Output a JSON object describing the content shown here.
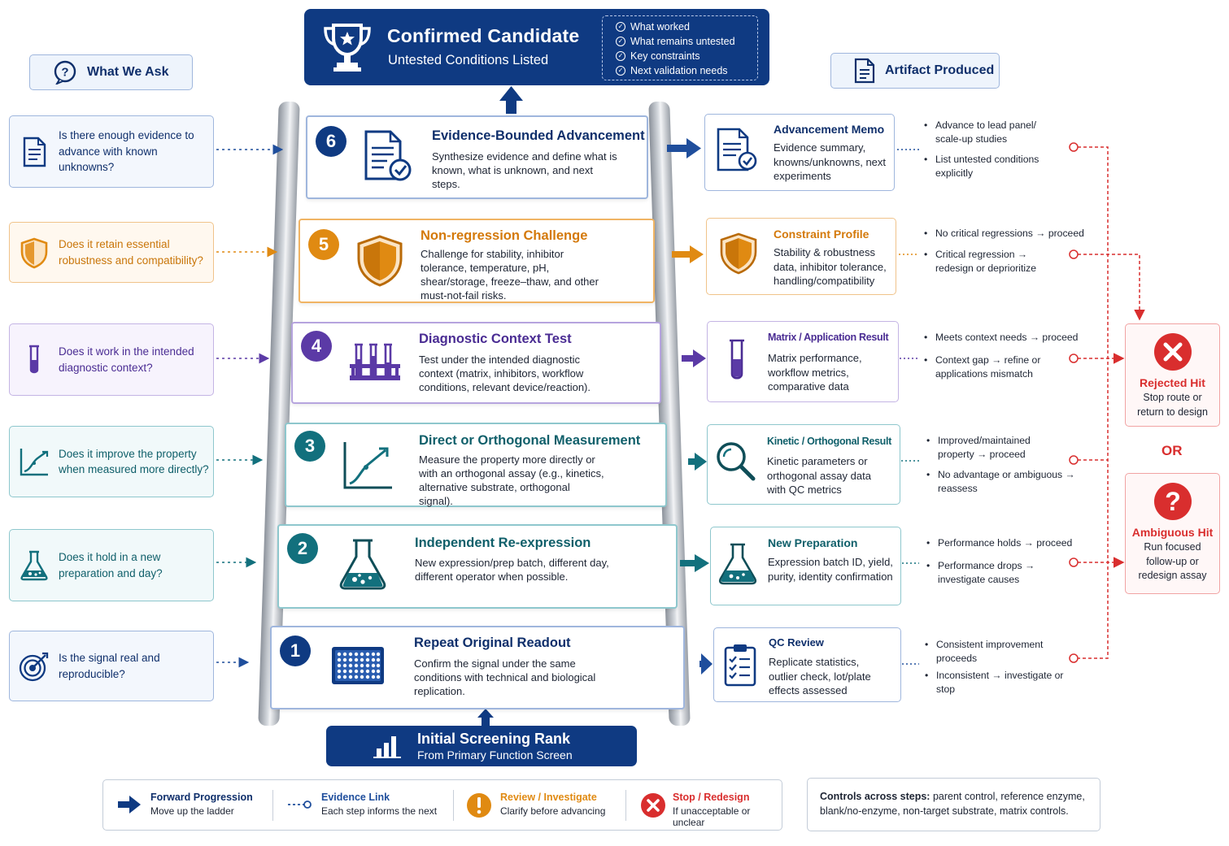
{
  "top": {
    "title": "Confirmed Candidate",
    "subtitle": "Untested Conditions Listed",
    "checklist": [
      "What worked",
      "What remains untested",
      "Key constraints",
      "Next validation needs"
    ]
  },
  "headers": {
    "ask": "What We Ask",
    "artifact": "Artifact Produced"
  },
  "questions": [
    {
      "text": "Is there enough evidence to advance with known unknowns?",
      "icon": "document-icon",
      "color": "#1f4e9c"
    },
    {
      "text": "Does it retain essential robustness and compatibility?",
      "icon": "shield-icon",
      "color": "#e08a12"
    },
    {
      "text": "Does it work in the intended diagnostic context?",
      "icon": "test-tube-icon",
      "color": "#5b3aa6"
    },
    {
      "text": "Does it improve the property when measured more directly?",
      "icon": "growth-chart-icon",
      "color": "#12707d"
    },
    {
      "text": "Does it hold in a new preparation and day?",
      "icon": "flask-icon",
      "color": "#12707d"
    },
    {
      "text": "Is the signal real and reproducible?",
      "icon": "target-icon",
      "color": "#1f4e9c"
    }
  ],
  "steps": [
    {
      "number": "6",
      "title": "Evidence-Bounded Advancement",
      "desc": "Synthesize evidence and define what is known, what is unknown, and next steps.",
      "icon": "document-check-icon",
      "color": "#1f4e9c"
    },
    {
      "number": "5",
      "title": "Non-regression Challenge",
      "desc": "Challenge for stability, inhibitor tolerance, temperature, pH, shear/storage, freeze–thaw, and other must-not-fail risks.",
      "icon": "shield-icon",
      "color": "#e08a12"
    },
    {
      "number": "4",
      "title": "Diagnostic Context Test",
      "desc": "Test under the intended diagnostic context (matrix, inhibitors, workflow conditions, relevant device/reaction).",
      "icon": "test-tube-rack-icon",
      "color": "#5b3aa6"
    },
    {
      "number": "3",
      "title": "Direct or Orthogonal Measurement",
      "desc": "Measure the property more directly or with an orthogonal assay (e.g., kinetics, alternative substrate, orthogonal signal).",
      "icon": "growth-chart-icon",
      "color": "#12707d"
    },
    {
      "number": "2",
      "title": "Independent Re-expression",
      "desc": "New expression/prep batch, different day, different operator when possible.",
      "icon": "flask-icon",
      "color": "#12707d"
    },
    {
      "number": "1",
      "title": "Repeat Original Readout",
      "desc": "Confirm the signal under the same conditions with technical and biological replication.",
      "icon": "well-plate-icon",
      "color": "#1f4e9c"
    }
  ],
  "artifacts": [
    {
      "title": "Advancement Memo",
      "desc": "Evidence summary, knowns/unknowns, next experiments",
      "icon": "document-check-icon"
    },
    {
      "title": "Constraint Profile",
      "desc": "Stability & robustness data, inhibitor tolerance, handling/compatibility",
      "icon": "shield-icon"
    },
    {
      "title": "Matrix / Application Result",
      "desc": "Matrix performance, workflow metrics, comparative data",
      "icon": "test-tube-icon"
    },
    {
      "title": "Kinetic / Orthogonal Result",
      "desc": "Kinetic parameters or orthogonal assay data with QC metrics",
      "icon": "magnifier-icon"
    },
    {
      "title": "New Preparation",
      "desc": "Expression batch ID, yield, purity, identity confirmation",
      "icon": "flask-icon"
    },
    {
      "title": "QC Review",
      "desc": "Replicate statistics, outlier check, lot/plate effects assessed",
      "icon": "clipboard-icon"
    }
  ],
  "outcomes": [
    [
      "Advance to lead panel/ scale-up studies",
      "List untested conditions explicitly"
    ],
    [
      "No critical regressions → proceed",
      "Critical regression → redesign or deprioritize"
    ],
    [
      "Meets context needs → proceed",
      "Context gap → refine or applications mismatch"
    ],
    [
      "Improved/maintained property → proceed",
      "No advantage or ambiguous → reassess"
    ],
    [
      "Performance holds → proceed",
      "Performance drops → investigate causes"
    ],
    [
      "Consistent improvement proceeds",
      "Inconsistent → investigate or stop"
    ]
  ],
  "results": {
    "rejected": {
      "title": "Rejected Hit",
      "desc": "Stop route or return to design"
    },
    "or": "OR",
    "ambiguous": {
      "title": "Ambiguous Hit",
      "desc": "Run focused follow-up or redesign assay"
    }
  },
  "bottom": {
    "title": "Initial Screening Rank",
    "subtitle": "From Primary Function Screen"
  },
  "legend": [
    {
      "title": "Forward Progression",
      "desc": "Move up the ladder",
      "color": "#0f3a82"
    },
    {
      "title": "Evidence Link",
      "desc": "Each step informs the next",
      "color": "#1f4e9c"
    },
    {
      "title": "Review / Investigate",
      "desc": "Clarify before advancing",
      "color": "#e08a12"
    },
    {
      "title": "Stop / Redesign",
      "desc": "If unacceptable or unclear",
      "color": "#d92e2e"
    }
  ],
  "controls": {
    "label": "Controls across steps:",
    "text": "parent control, reference enzyme, blank/no-enzyme, non-target substrate, matrix controls."
  }
}
